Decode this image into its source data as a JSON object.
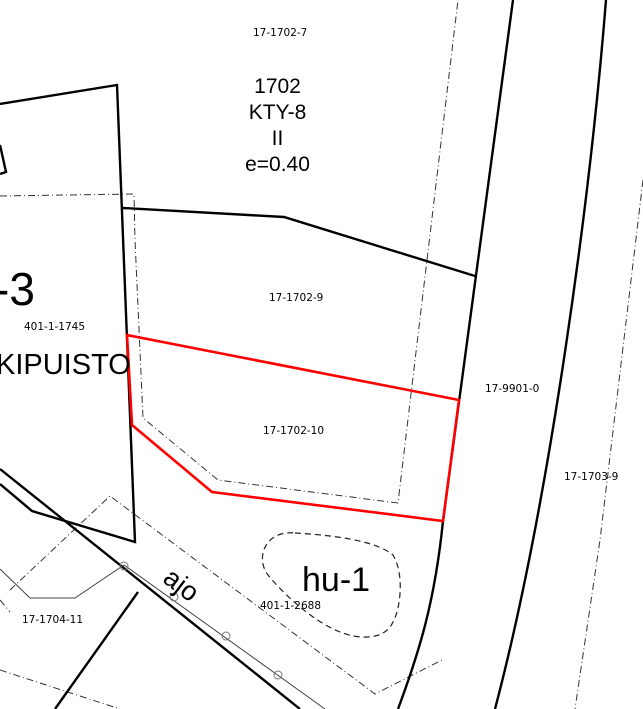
{
  "map": {
    "colors": {
      "line": "#000000",
      "dash": "#222222",
      "highlight": "#ff0000",
      "background": "#ffffff"
    },
    "block": {
      "number": "1702",
      "zoning": "KTY-8",
      "floors": "II",
      "efficiency": "e=0.40"
    },
    "parcels": [
      {
        "id": "17-1702-7"
      },
      {
        "id": "17-1702-9"
      },
      {
        "id": "17-1702-10",
        "highlighted": true
      },
      {
        "id": "17-9901-0"
      },
      {
        "id": "17-1703-9"
      },
      {
        "id": "17-1704-11"
      },
      {
        "id": "401-1-1745"
      },
      {
        "id": "401-1-2688"
      }
    ],
    "labels": {
      "left_zone_code": "-3",
      "left_area_name": "KIPUISTO",
      "road_label": "ajo",
      "green_zone": "hu-1"
    }
  }
}
